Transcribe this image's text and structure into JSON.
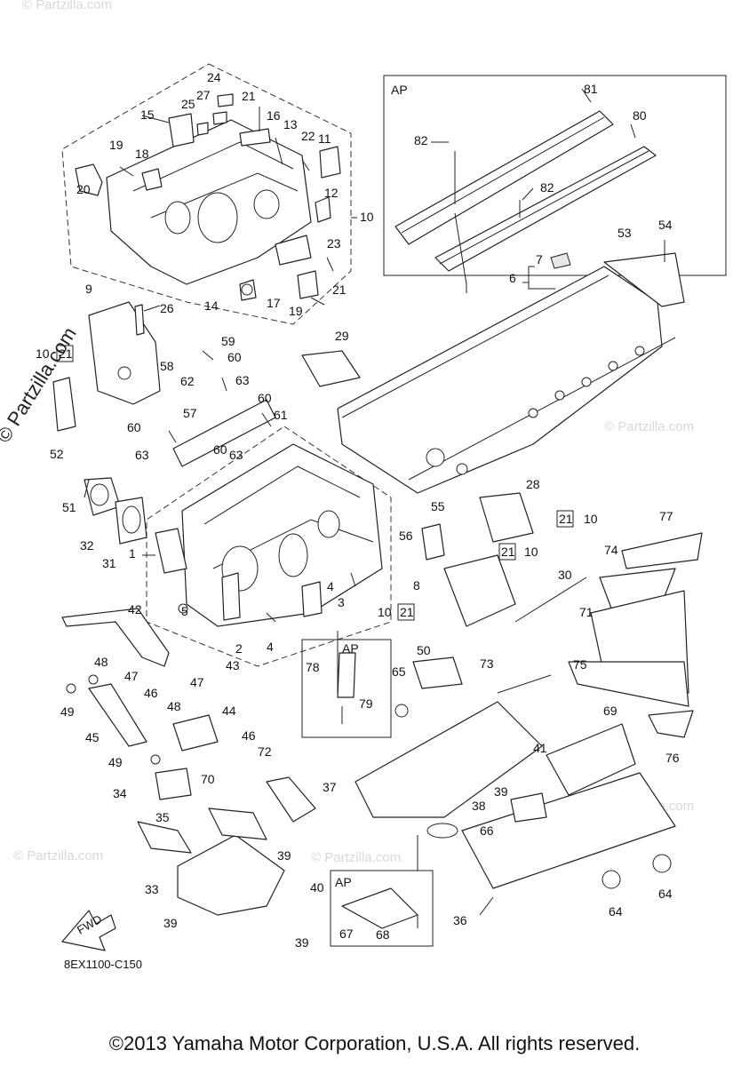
{
  "diagram_code": "8EX1100-C150",
  "copyright": "©2013 Yamaha Motor Corporation, U.S.A. All rights reserved.",
  "watermark": "© Partzilla.com",
  "watermark_faint": "© Partzilla.com",
  "fwd_label": "FWD",
  "ap_label": "AP",
  "callouts": {
    "c1": "1",
    "c2": "2",
    "c3": "3",
    "c4a": "4",
    "c4b": "4",
    "c5": "5",
    "c6": "6",
    "c7": "7",
    "c8": "8",
    "c9": "9",
    "c10a": "10",
    "c10b": "10",
    "c10c": "10",
    "c10d": "10",
    "c10e": "10",
    "c11": "11",
    "c12": "12",
    "c13": "13",
    "c14": "14",
    "c15": "15",
    "c16": "16",
    "c17": "17",
    "c18": "18",
    "c19a": "19",
    "c19b": "19",
    "c20": "20",
    "c21a": "21",
    "c21b": "21",
    "c21c": "21",
    "c21d": "21",
    "c21e": "21",
    "c21f": "21",
    "c22": "22",
    "c23": "23",
    "c24": "24",
    "c25": "25",
    "c26": "26",
    "c27": "27",
    "c28": "28",
    "c29": "29",
    "c30": "30",
    "c31": "31",
    "c32": "32",
    "c33": "33",
    "c34": "34",
    "c35": "35",
    "c36": "36",
    "c37": "37",
    "c38": "38",
    "c39a": "39",
    "c39b": "39",
    "c39c": "39",
    "c39d": "39",
    "c40": "40",
    "c41": "41",
    "c42": "42",
    "c43": "43",
    "c44": "44",
    "c45": "45",
    "c46a": "46",
    "c46b": "46",
    "c47a": "47",
    "c47b": "47",
    "c48a": "48",
    "c48b": "48",
    "c49a": "49",
    "c49b": "49",
    "c50": "50",
    "c51": "51",
    "c52": "52",
    "c53": "53",
    "c54": "54",
    "c55": "55",
    "c56": "56",
    "c57": "57",
    "c58": "58",
    "c59": "59",
    "c60a": "60",
    "c60b": "60",
    "c60c": "60",
    "c60d": "60",
    "c61": "61",
    "c62": "62",
    "c63a": "63",
    "c63b": "63",
    "c63c": "63",
    "c64a": "64",
    "c64b": "64",
    "c65": "65",
    "c66": "66",
    "c67": "67",
    "c68": "68",
    "c69": "69",
    "c70": "70",
    "c71": "71",
    "c72": "72",
    "c73": "73",
    "c74": "74",
    "c75": "75",
    "c76": "76",
    "c77": "77",
    "c78": "78",
    "c79": "79",
    "c80": "80",
    "c81": "81",
    "c82a": "82",
    "c82b": "82"
  }
}
